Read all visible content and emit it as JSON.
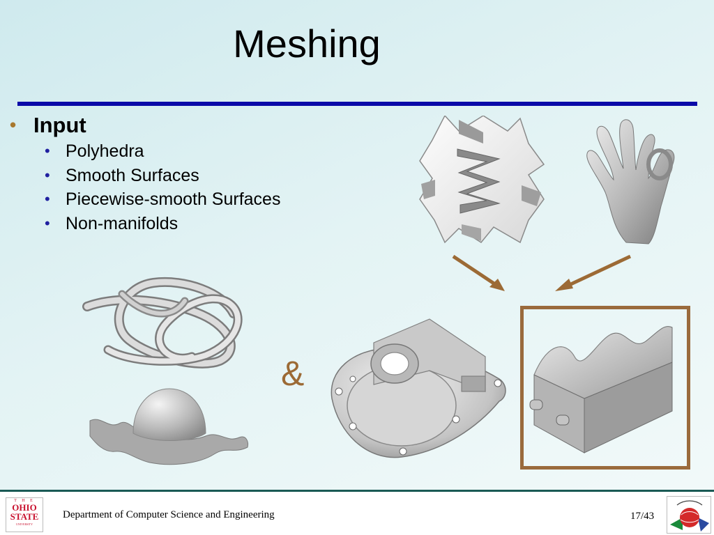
{
  "slide": {
    "title": "Meshing",
    "bullets": [
      {
        "label": "Input",
        "children": [
          "Polyhedra",
          "Smooth Surfaces",
          "Piecewise-smooth Surfaces",
          "Non-manifolds"
        ]
      }
    ],
    "ampersand": "&",
    "colors": {
      "title_rule": "#0a0aa8",
      "accent_brown": "#9a6a3c",
      "bullet_l1": "#a8782e",
      "bullet_l2": "#2020a0"
    },
    "figures": [
      "polyhedron-model",
      "hand-model",
      "knot-model",
      "dome-model",
      "mechanical-part-model",
      "wavy-block-model"
    ]
  },
  "footer": {
    "department": "Department of Computer Science and Engineering",
    "page": "17/43",
    "logo_left": {
      "line1": "T H E",
      "line2": "OHIO",
      "line3": "STATE",
      "line4": "UNIVERSITY"
    }
  }
}
